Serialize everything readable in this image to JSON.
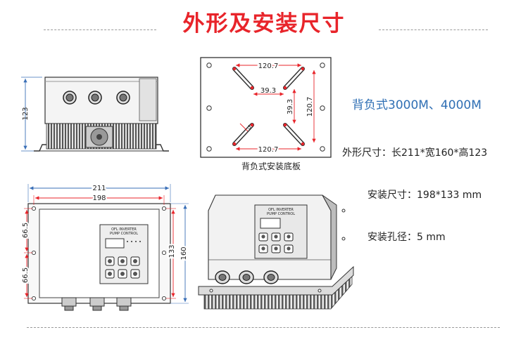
{
  "page_title": "外形及安装尺寸",
  "model": "背负式3000M、4000M",
  "specs": {
    "outline": "外形尺寸：长211*宽160*高123",
    "mounting": "安装尺寸：198*133 mm",
    "hole": "安装孔径：5 mm"
  },
  "plate": {
    "caption": "背负式安装底板",
    "dim_top": "120.7",
    "dim_bottom": "120.7",
    "dim_right": "120.7",
    "dim_inner_h": "39.3",
    "dim_inner_v": "39.3",
    "dim_hole": "5"
  },
  "side_view": {
    "dim_height": "123"
  },
  "front_view": {
    "dim_width_outer": "211",
    "dim_width_inner": "198",
    "dim_left_upper": "66.5",
    "dim_left_lower": "66.5",
    "dim_right_inner": "133",
    "dim_right_outer": "160",
    "panel_brand": "OFL INVERTER",
    "panel_model": "PUMP CONTROL"
  },
  "colors": {
    "title": "#e8242a",
    "model": "#2f6fb4",
    "dimension_line": "#e8242a",
    "plate_slot": "#e8242a",
    "dimension_blue": "#3a6fb7"
  }
}
